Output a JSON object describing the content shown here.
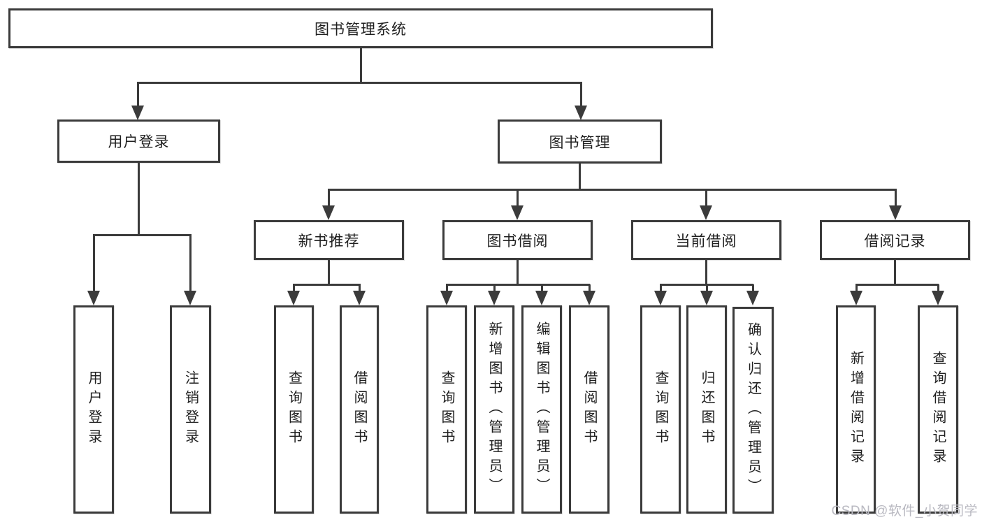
{
  "diagram": {
    "root": "图书管理系统",
    "branches": [
      "用户登录",
      "图书管理"
    ],
    "modules": [
      "新书推荐",
      "图书借阅",
      "当前借阅",
      "借阅记录"
    ],
    "leaves": {
      "login": [
        "用户登录",
        "注销登录"
      ],
      "recommend": [
        "查询图书",
        "借阅图书"
      ],
      "borrow": [
        "查询图书",
        "新增图书（管理员）",
        "编辑图书（管理员）",
        "借阅图书"
      ],
      "current": [
        "查询图书",
        "归还图书",
        "确认归还（管理员）"
      ],
      "records": [
        "新增借阅记录",
        "查询借阅记录"
      ]
    }
  },
  "watermark": "CSDN @软件_小贺同学",
  "colors": {
    "line": "#3b3b3b",
    "text": "#1f1f1f",
    "watermark": "#b9b9c1",
    "background": "#ffffff"
  }
}
